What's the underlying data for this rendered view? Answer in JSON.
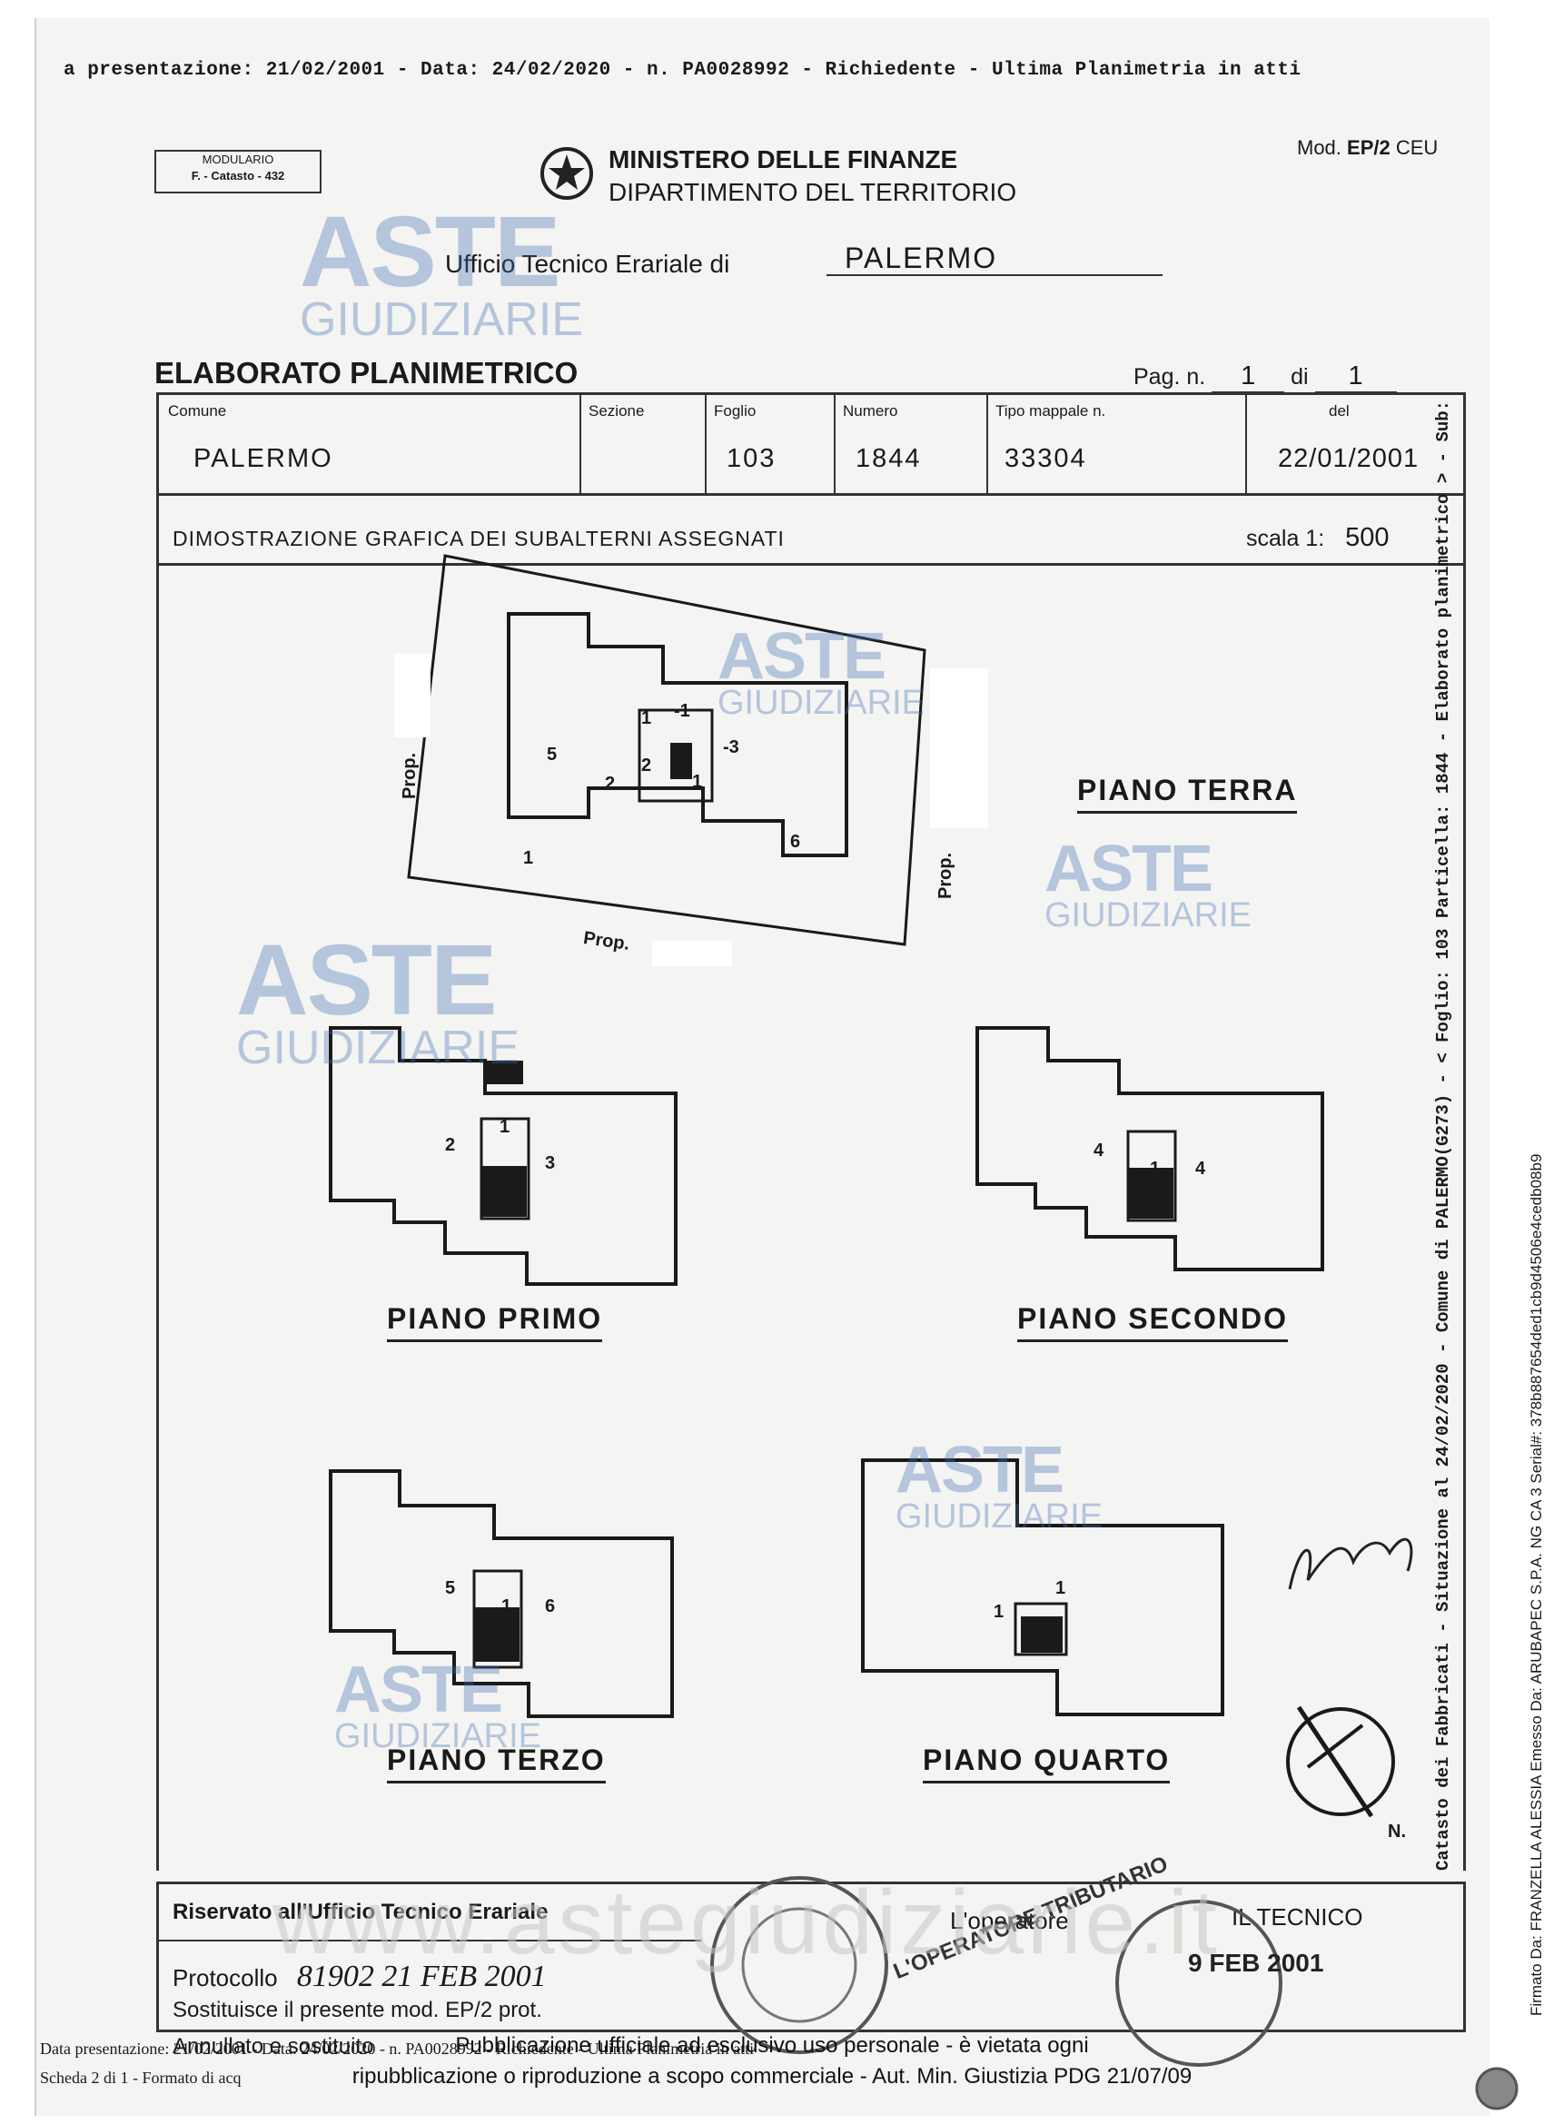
{
  "header": {
    "top_line": "a presentazione: 21/02/2001 - Data: 24/02/2020 -  n. PA0028992 - Richiedente  - Ultima Planimetria in atti",
    "modulario_line1": "MODULARIO",
    "modulario_line2": "F. - Catasto - 432",
    "ministry": "MINISTERO DELLE FINANZE",
    "department": "DIPARTIMENTO DEL TERRITORIO",
    "mod_label": "Mod.",
    "mod_code": "EP/2",
    "mod_suffix": "CEU",
    "ufficio_label": "Ufficio Tecnico Erariale di",
    "ufficio_value": "PALERMO"
  },
  "title": {
    "text": "ELABORATO PLANIMETRICO",
    "pag_label": "Pag. n.",
    "pag_value": "1",
    "di_label": "di",
    "di_value": "1"
  },
  "table": {
    "comune_label": "Comune",
    "comune_value": "PALERMO",
    "sezione_label": "Sezione",
    "sezione_value": "",
    "foglio_label": "Foglio",
    "foglio_value": "103",
    "numero_label": "Numero",
    "numero_value": "1844",
    "tipo_label": "Tipo mappale n.",
    "tipo_value": "33304",
    "del_label": "del",
    "del_value": "22/01/2001"
  },
  "dimostrazione": {
    "text": "DIMOSTRAZIONE GRAFICA DEI SUBALTERNI ASSEGNATI",
    "scala_label": "scala 1:",
    "scala_value": "500"
  },
  "floors": {
    "terra": "PIANO TERRA",
    "primo": "PIANO PRIMO",
    "secondo": "PIANO SECONDO",
    "terzo": "PIANO TERZO",
    "quarto": "PIANO QUARTO"
  },
  "plan_labels": {
    "prop": "Prop.",
    "n": "N."
  },
  "watermark": {
    "aste": "ASTE",
    "giudiziarie": "GIUDIZIARIE",
    "website": "www.astegiudiziarie.it"
  },
  "bottom": {
    "riservato": "Riservato all'Ufficio Tecnico Erariale",
    "protocollo_label": "Protocollo",
    "protocollo_value": "81902   21 FEB 2001",
    "sostituisce": "Sostituisce il presente mod. EP/2 prot.",
    "annullato": "Annullato e sostituito",
    "operatore": "L'operatore",
    "tecnico": "IL TECNICO",
    "stamp_date": "9 FEB 2001",
    "stamp_operator": "L'OPERATORE TRIBUTARIO"
  },
  "footer": {
    "line1": "Data presentazione: 21/02/2001 - Data: 24/02/2020 - n. PA0028992 - Richiedente - Ultima Planimetria in atti",
    "line2": "Scheda 2 di 1 - Formato di acq",
    "pub_line1": "Pubblicazione ufficiale ad esclusivo uso personale - è vietata ogni",
    "pub_line2": "ripubblicazione o riproduzione a scopo commerciale - Aut. Min. Giustizia PDG 21/07/09"
  },
  "side": {
    "vertical_text": "Catasto dei Fabbricati - Situazione al 24/02/2020 - Comune di PALERMO(G273) - < Foglio: 103 Particella: 1844 - Elaborato planimetrico > - Sub:",
    "signature_text": "Firmato Da: FRANZELLA ALESSIA Emesso Da: ARUBAPEC S.P.A. NG CA 3 Serial#: 378b887654ded1cb9d4506e4cedb08b9"
  }
}
